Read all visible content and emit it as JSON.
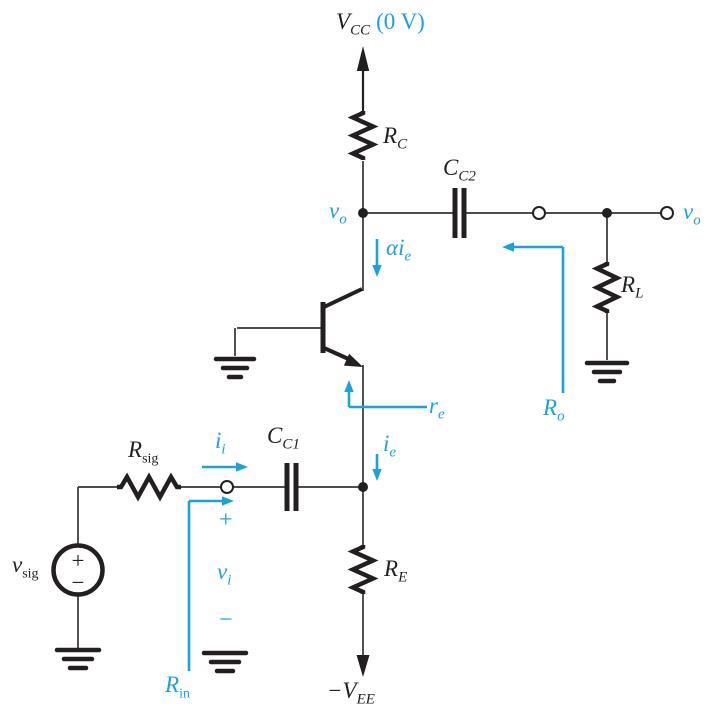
{
  "figure": {
    "kind": "common-base amplifier circuit diagram"
  },
  "colors": {
    "ink": "#231f20",
    "wire": "#333333",
    "annotation": "#1da1dc",
    "background": "#ffffff"
  },
  "labels": {
    "vcc": {
      "main": "V",
      "sub": "CC",
      "annotation": "(0 V)"
    },
    "rc": {
      "main": "R",
      "sub": "C"
    },
    "cc2": {
      "main": "C",
      "sub": "C2"
    },
    "vo_node": {
      "main": "v",
      "sub": "o"
    },
    "alpha_ie": {
      "main": "αi",
      "sub": "e"
    },
    "vo_out": {
      "main": "v",
      "sub": "o"
    },
    "rl": {
      "main": "R",
      "sub": "L"
    },
    "ro": {
      "main": "R",
      "sub": "o"
    },
    "re": {
      "main": "r",
      "sub": "e"
    },
    "ie": {
      "main": "i",
      "sub": "e"
    },
    "ii": {
      "main": "i",
      "sub": "i"
    },
    "cc1": {
      "main": "C",
      "sub": "C1"
    },
    "rsig": {
      "main": "R",
      "sub": "sig"
    },
    "vsig": {
      "main": "v",
      "sub": "sig"
    },
    "vi_plus": "+",
    "vi": {
      "main": "v",
      "sub": "i"
    },
    "vi_minus": "−",
    "rin": {
      "main": "R",
      "sub": "in"
    },
    "re_resistor": {
      "main": "R",
      "sub": "E"
    },
    "vee": {
      "main": "−V",
      "sub": "EE"
    },
    "source_plus": "+",
    "source_minus": "−"
  }
}
